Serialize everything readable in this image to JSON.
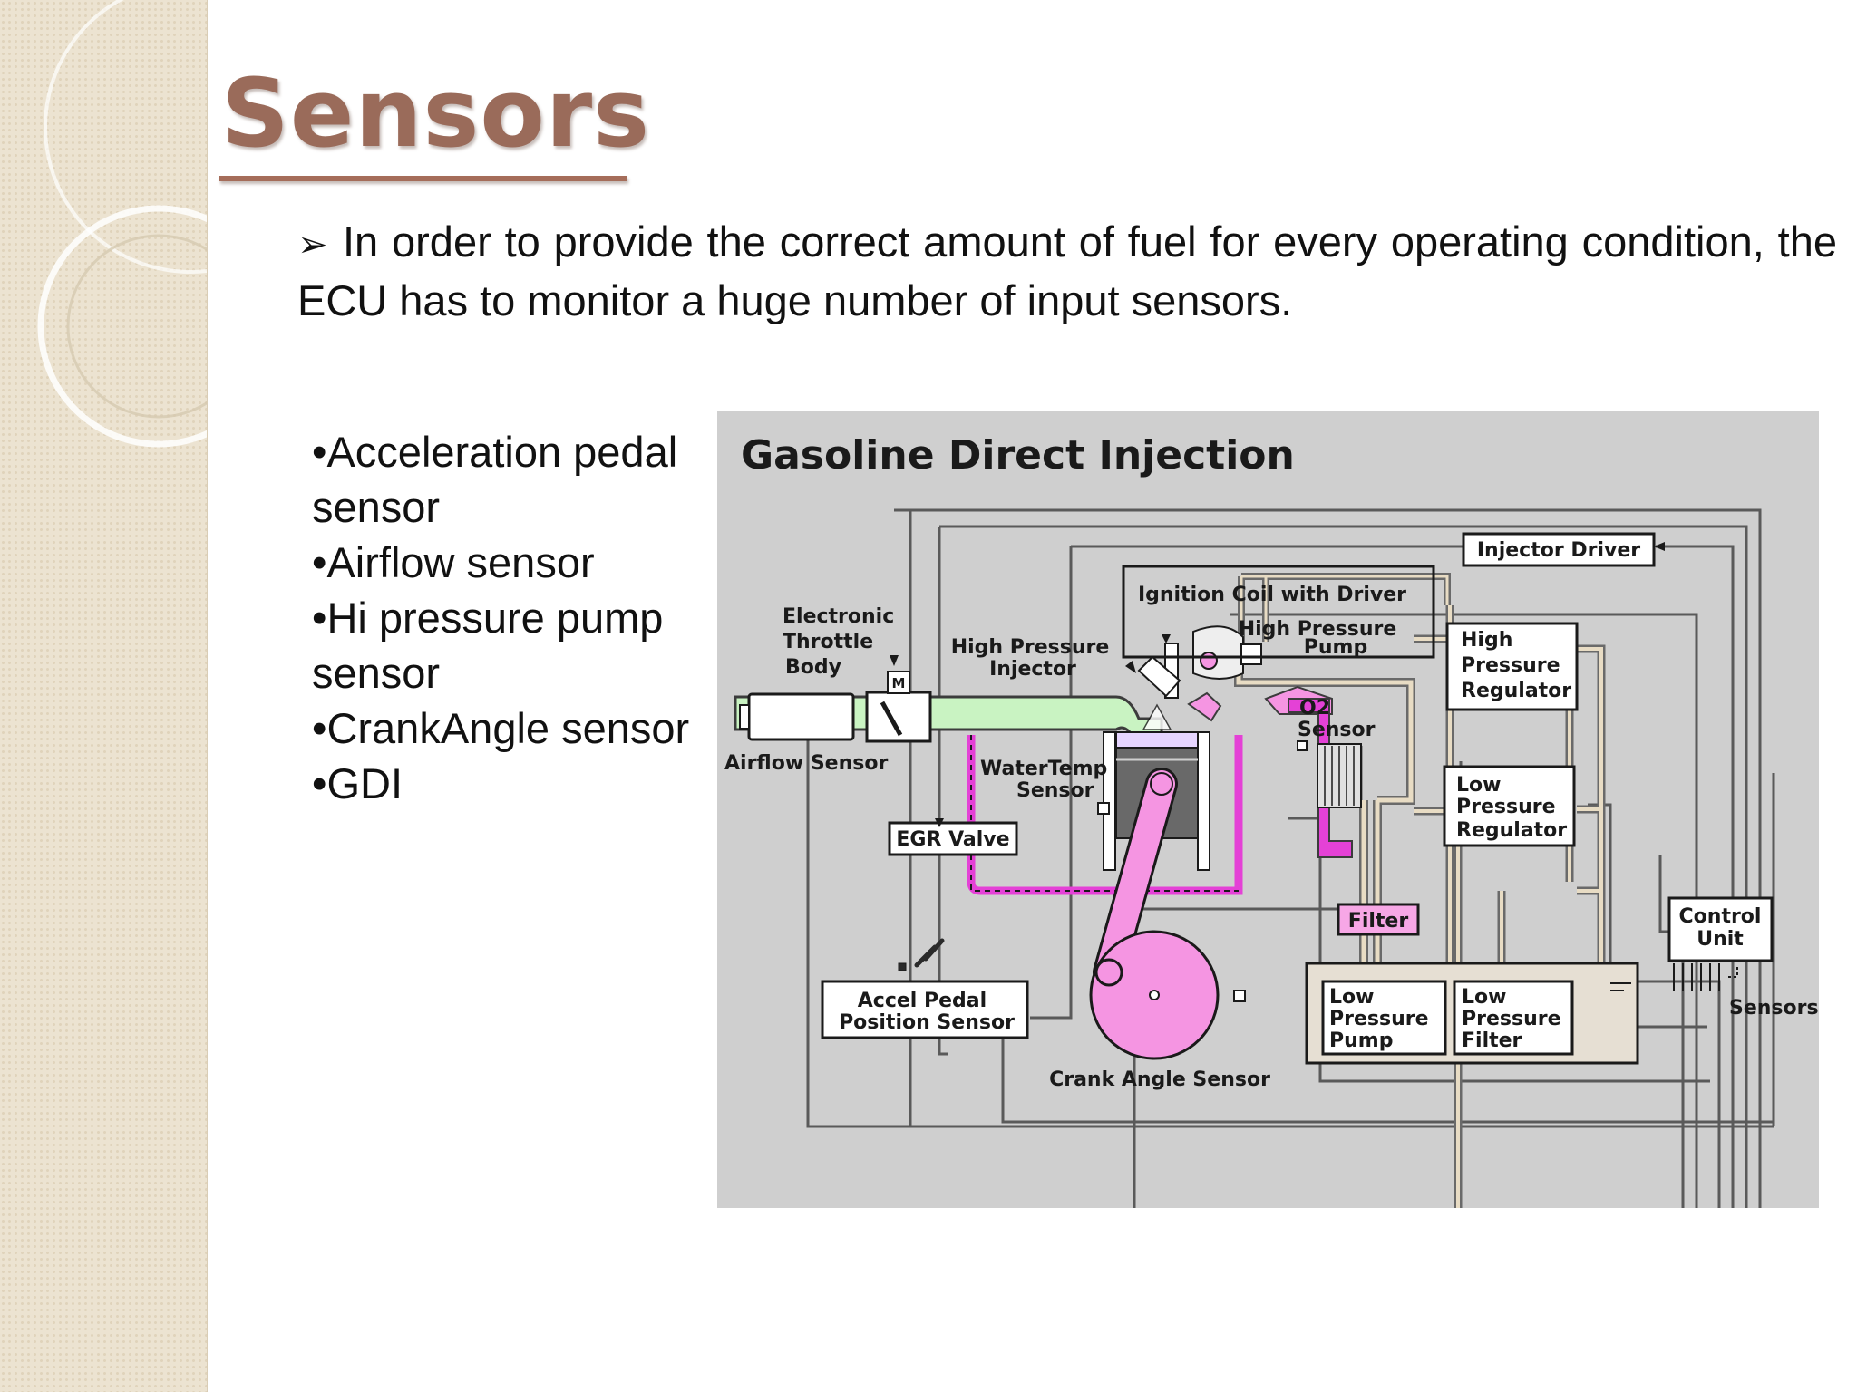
{
  "slide": {
    "title": "Sensors",
    "intro_text": "In order to provide the correct amount of fuel for every operating condition, the ECU has to monitor a huge number of input sensors.",
    "bullets": [
      "•Acceleration pedal sensor",
      "•Airflow sensor",
      "•Hi pressure pump sensor",
      "•CrankAngle sensor",
      "•GDI"
    ]
  },
  "diagram": {
    "title": "Gasoline Direct Injection",
    "labels": {
      "injector_driver": "Injector Driver",
      "ignition_coil": "Ignition Coil with Driver",
      "hp_pump_1": "High Pressure",
      "hp_pump_2": "Pump",
      "hp_regulator_1": "High",
      "hp_regulator_2": "Pressure",
      "hp_regulator_3": "Regulator",
      "throttle_1": "Electronic",
      "throttle_2": "Throttle",
      "throttle_3": "Body",
      "hp_injector_1": "High Pressure",
      "hp_injector_2": "Injector",
      "o2_1": "O2",
      "o2_2": "Sensor",
      "airflow_sensor": "Airflow Sensor",
      "water_temp_1": "WaterTemp",
      "water_temp_2": "Sensor",
      "lp_regulator_1": "Low",
      "lp_regulator_2": "Pressure",
      "lp_regulator_3": "Regulator",
      "egr_valve": "EGR Valve",
      "filter": "Filter",
      "control_unit_1": "Control",
      "control_unit_2": "Unit",
      "accel_pedal_1": "Accel Pedal",
      "accel_pedal_2": "Position Sensor",
      "lp_pump_1": "Low",
      "lp_pump_2": "Pressure",
      "lp_pump_3": "Pump",
      "lp_filter_1": "Low",
      "lp_filter_2": "Pressure",
      "lp_filter_3": "Filter",
      "sensors": "Sensors",
      "crank_angle_sensor": "Crank Angle Sensor",
      "motor_mark": "M"
    }
  },
  "colors": {
    "background": "#ffffff",
    "sidebar": "#ece3d1",
    "title": "#9a6b5a",
    "diagram_bg": "#cfcfcf",
    "intake_green": "#c9f3c2",
    "pink": "#f595e2",
    "magenta": "#e441d6"
  }
}
